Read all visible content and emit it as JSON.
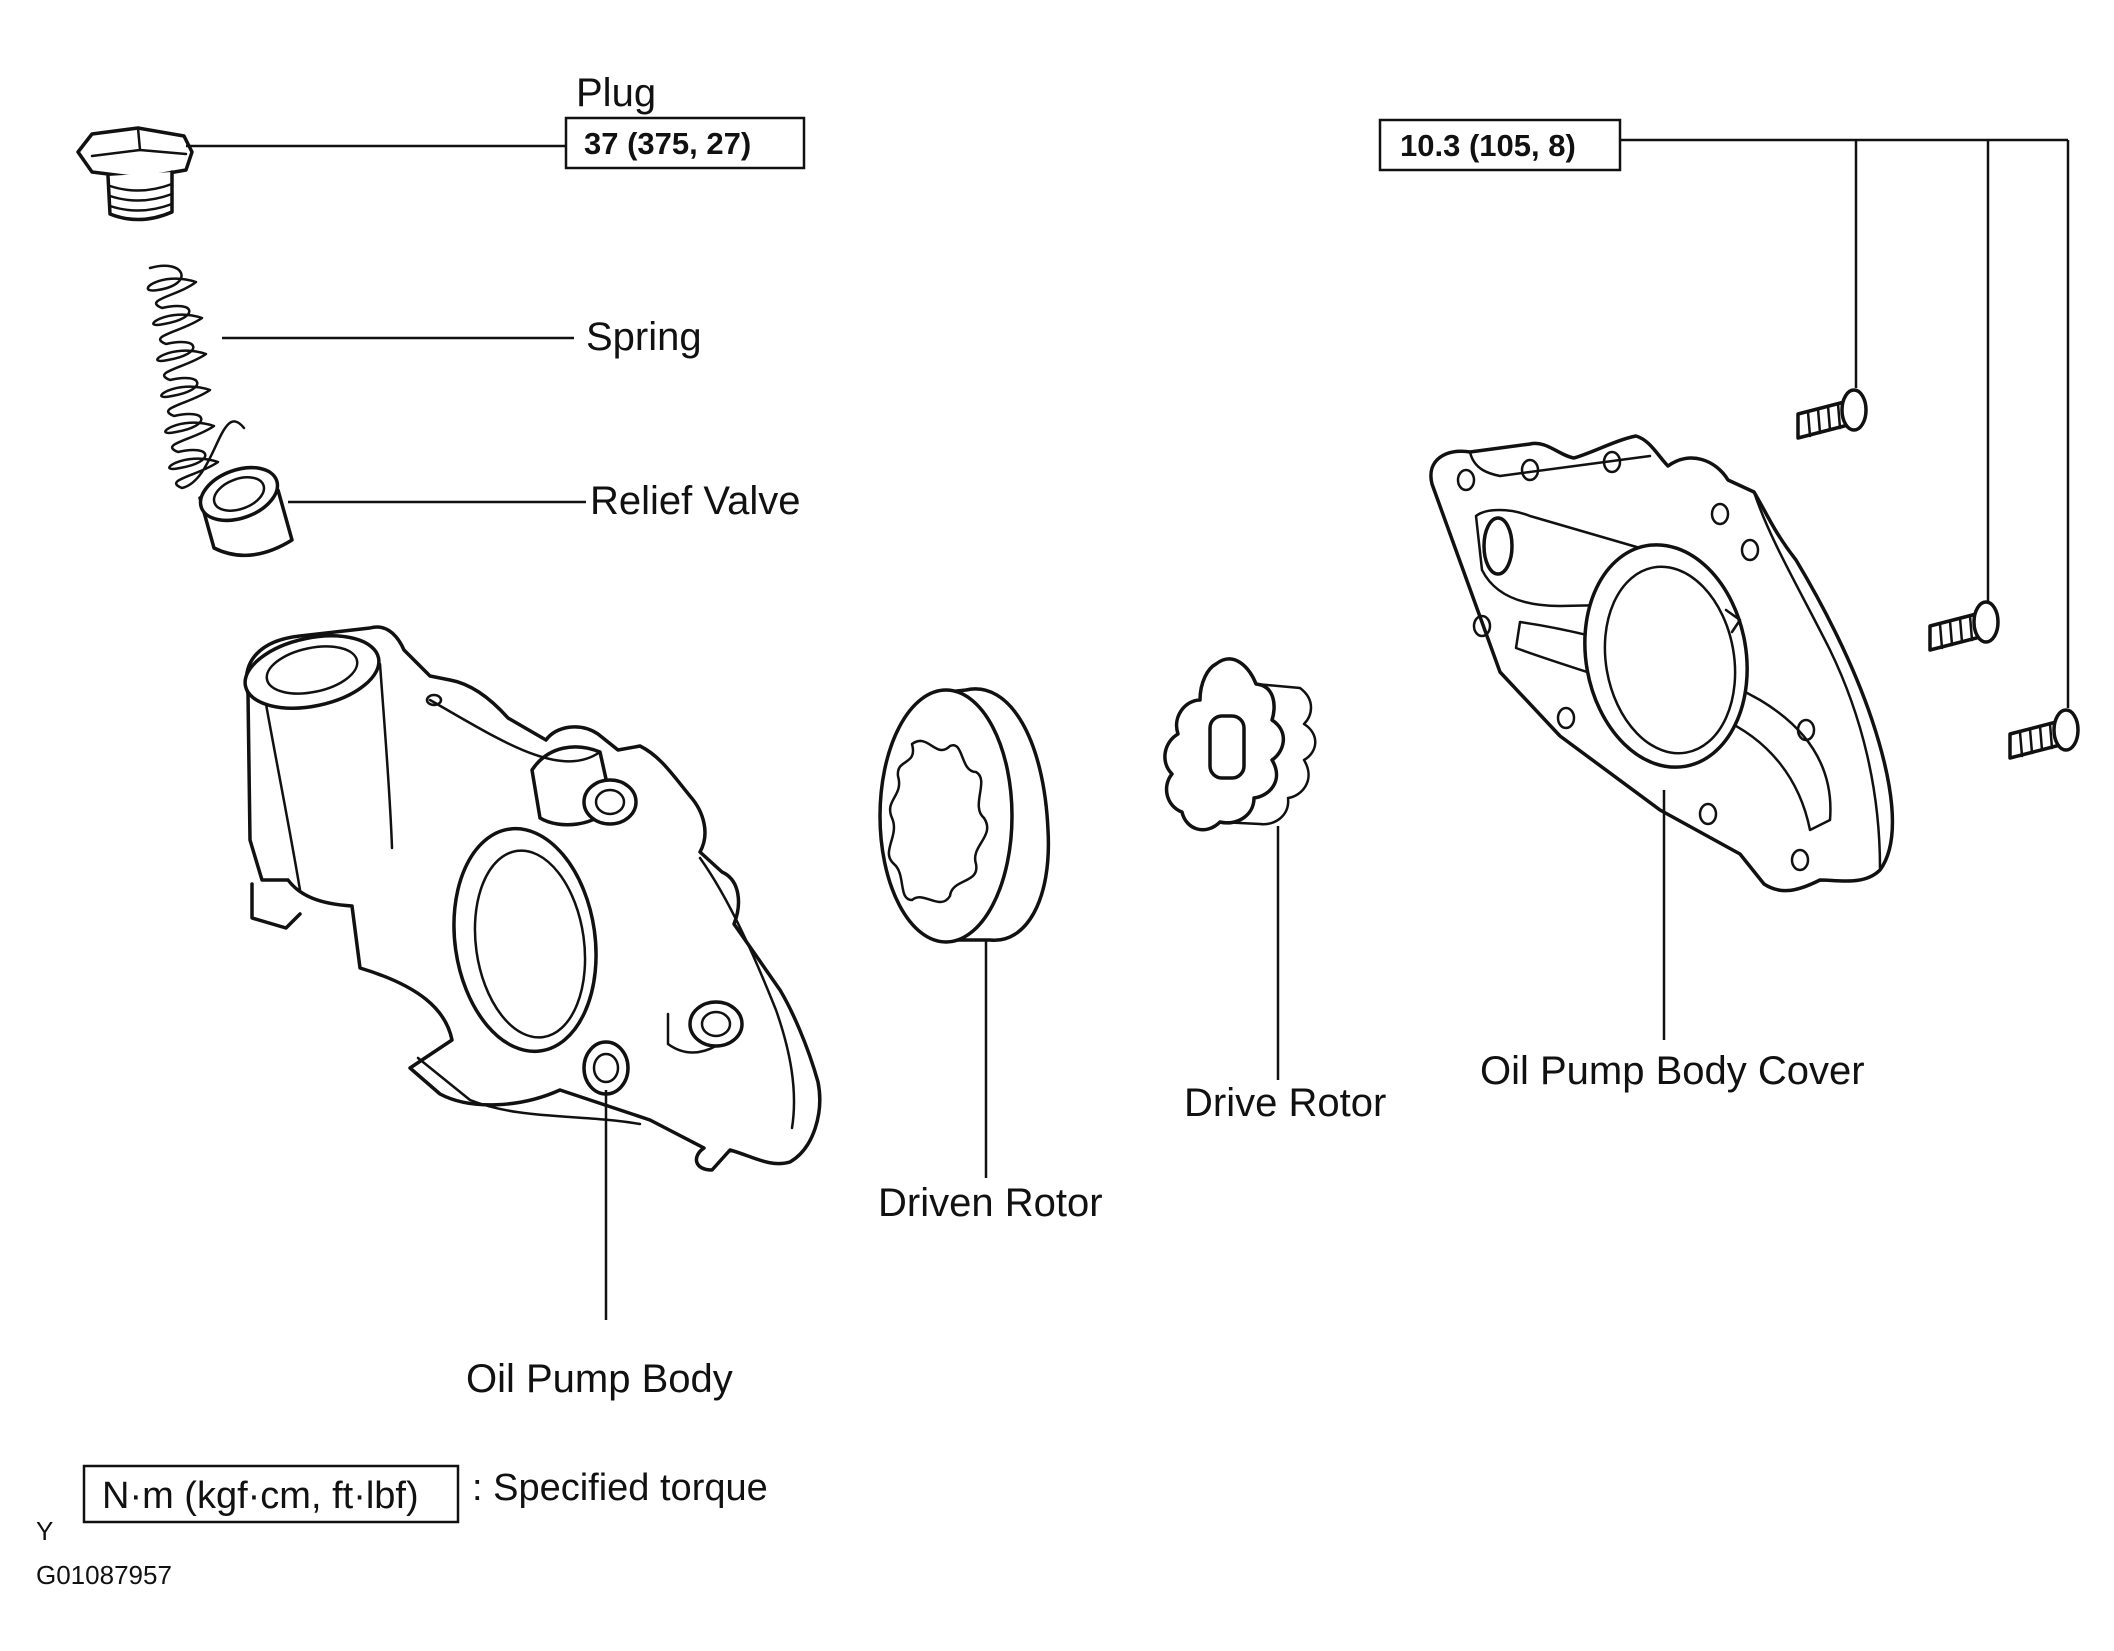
{
  "labels": {
    "plug": "Plug",
    "spring": "Spring",
    "relief_valve": "Relief Valve",
    "oil_pump_body": "Oil Pump Body",
    "driven_rotor": "Driven Rotor",
    "drive_rotor": "Drive Rotor",
    "oil_pump_body_cover": "Oil Pump Body Cover"
  },
  "torques": {
    "plug": "37 (375, 27)",
    "cover_bolts": "10.3 (105, 8)"
  },
  "legend": {
    "unit_box": "N·m (kgf·cm, ft·lbf)",
    "text": ": Specified torque"
  },
  "footer": {
    "marker": "Y",
    "figure_id": "G01087957"
  }
}
